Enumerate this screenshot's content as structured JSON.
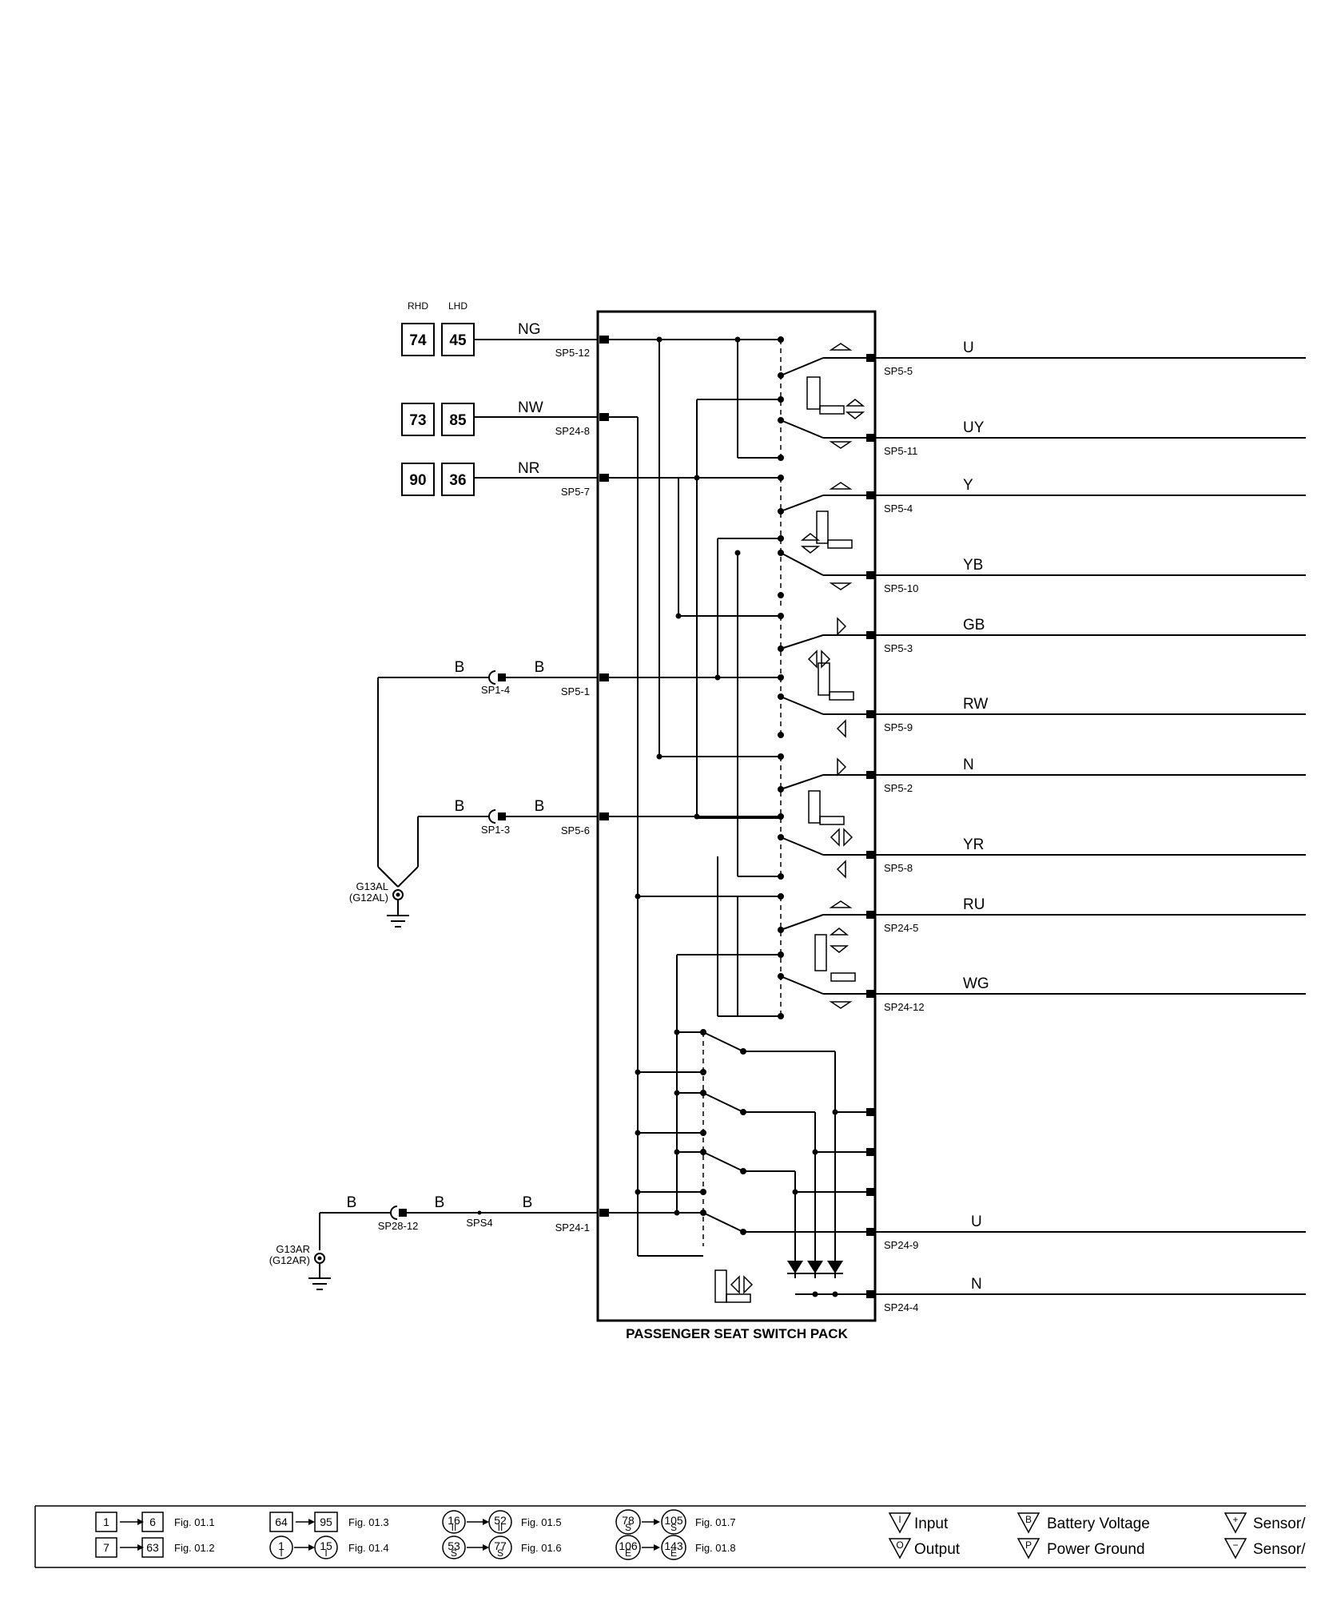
{
  "component_title": "PASSENGER SEAT SWITCH PACK",
  "drive_headers": [
    "RHD",
    "LHD"
  ],
  "input_feeds": [
    {
      "rhd": "74",
      "lhd": "45",
      "wire": "NG",
      "pin": "SP5-12"
    },
    {
      "rhd": "73",
      "lhd": "85",
      "wire": "NW",
      "pin": "SP24-8"
    },
    {
      "rhd": "90",
      "lhd": "36",
      "wire": "NR",
      "pin": "SP5-7"
    }
  ],
  "ground_circuits": [
    {
      "wire_outer": "B",
      "splice": "SP1-4",
      "wire_inner": "B",
      "pin": "SP5-1"
    },
    {
      "wire_outer": "B",
      "splice": "SP1-3",
      "wire_inner": "B",
      "pin": "SP5-6"
    },
    {
      "wire_outer": "B",
      "splice": "SP28-12",
      "wire_mid": "B",
      "node": "SPS4",
      "wire_inner": "B",
      "pin": "SP24-1"
    }
  ],
  "ground_points": [
    {
      "name": "G13AL",
      "alt": "(G12AL)"
    },
    {
      "name": "G13AR",
      "alt": "(G12AR)"
    }
  ],
  "outputs": [
    {
      "wire": "U",
      "pin": "SP5-5"
    },
    {
      "wire": "UY",
      "pin": "SP5-11"
    },
    {
      "wire": "Y",
      "pin": "SP5-4"
    },
    {
      "wire": "YB",
      "pin": "SP5-10"
    },
    {
      "wire": "GB",
      "pin": "SP5-3"
    },
    {
      "wire": "RW",
      "pin": "SP5-9"
    },
    {
      "wire": "N",
      "pin": "SP5-2"
    },
    {
      "wire": "YR",
      "pin": "SP5-8"
    },
    {
      "wire": "RU",
      "pin": "SP24-5"
    },
    {
      "wire": "WG",
      "pin": "SP24-12"
    },
    {
      "wire": "U",
      "pin": "SP24-9"
    },
    {
      "wire": "N",
      "pin": "SP24-4"
    }
  ],
  "legend": {
    "ranges": [
      {
        "from": "1",
        "to": "6",
        "fig": "Fig. 01.1",
        "shape": "box"
      },
      {
        "from": "7",
        "to": "63",
        "fig": "Fig. 01.2",
        "shape": "box"
      },
      {
        "from": "64",
        "to": "95",
        "fig": "Fig. 01.3",
        "shape": "box"
      },
      {
        "from": "1",
        "to": "15",
        "fig": "Fig. 01.4",
        "shape": "circle",
        "sub": "I"
      },
      {
        "from": "16",
        "to": "52",
        "fig": "Fig. 01.5",
        "shape": "circle",
        "sub": "II"
      },
      {
        "from": "53",
        "to": "77",
        "fig": "Fig. 01.6",
        "shape": "circle",
        "sub": "S"
      },
      {
        "from": "78",
        "to": "105",
        "fig": "Fig. 01.7",
        "shape": "circle",
        "sub": "S"
      },
      {
        "from": "106",
        "to": "143",
        "fig": "Fig. 01.8",
        "shape": "circle",
        "sub": "E"
      }
    ],
    "symbols": [
      {
        "glyph": "I",
        "label": "Input"
      },
      {
        "glyph": "O",
        "label": "Output"
      },
      {
        "glyph": "B",
        "label": "Battery Voltage"
      },
      {
        "glyph": "P",
        "label": "Power Ground"
      },
      {
        "glyph": "+",
        "label": "Sensor/"
      },
      {
        "glyph": "−",
        "label": "Sensor/"
      }
    ]
  }
}
